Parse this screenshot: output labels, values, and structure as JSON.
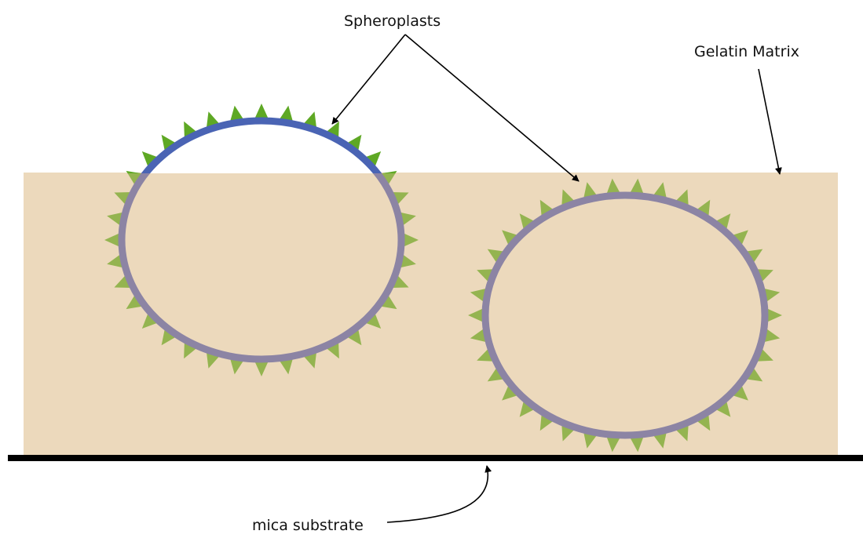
{
  "labels": {
    "spheroplasts": "Spheroplasts",
    "gelatin_matrix": "Gelatin Matrix",
    "mica_substrate": "mica substrate"
  },
  "colors": {
    "background": "#ffffff",
    "gelatin_fill": "#ecd9bc",
    "membrane_embedded": "#8c84a4",
    "membrane_exposed": "#4a64b4",
    "spike_embedded": "#94b450",
    "spike_exposed": "#5ea824",
    "substrate": "#000000",
    "arrow": "#000000"
  },
  "icons": [
    "spike-triangle",
    "arrow-head"
  ]
}
